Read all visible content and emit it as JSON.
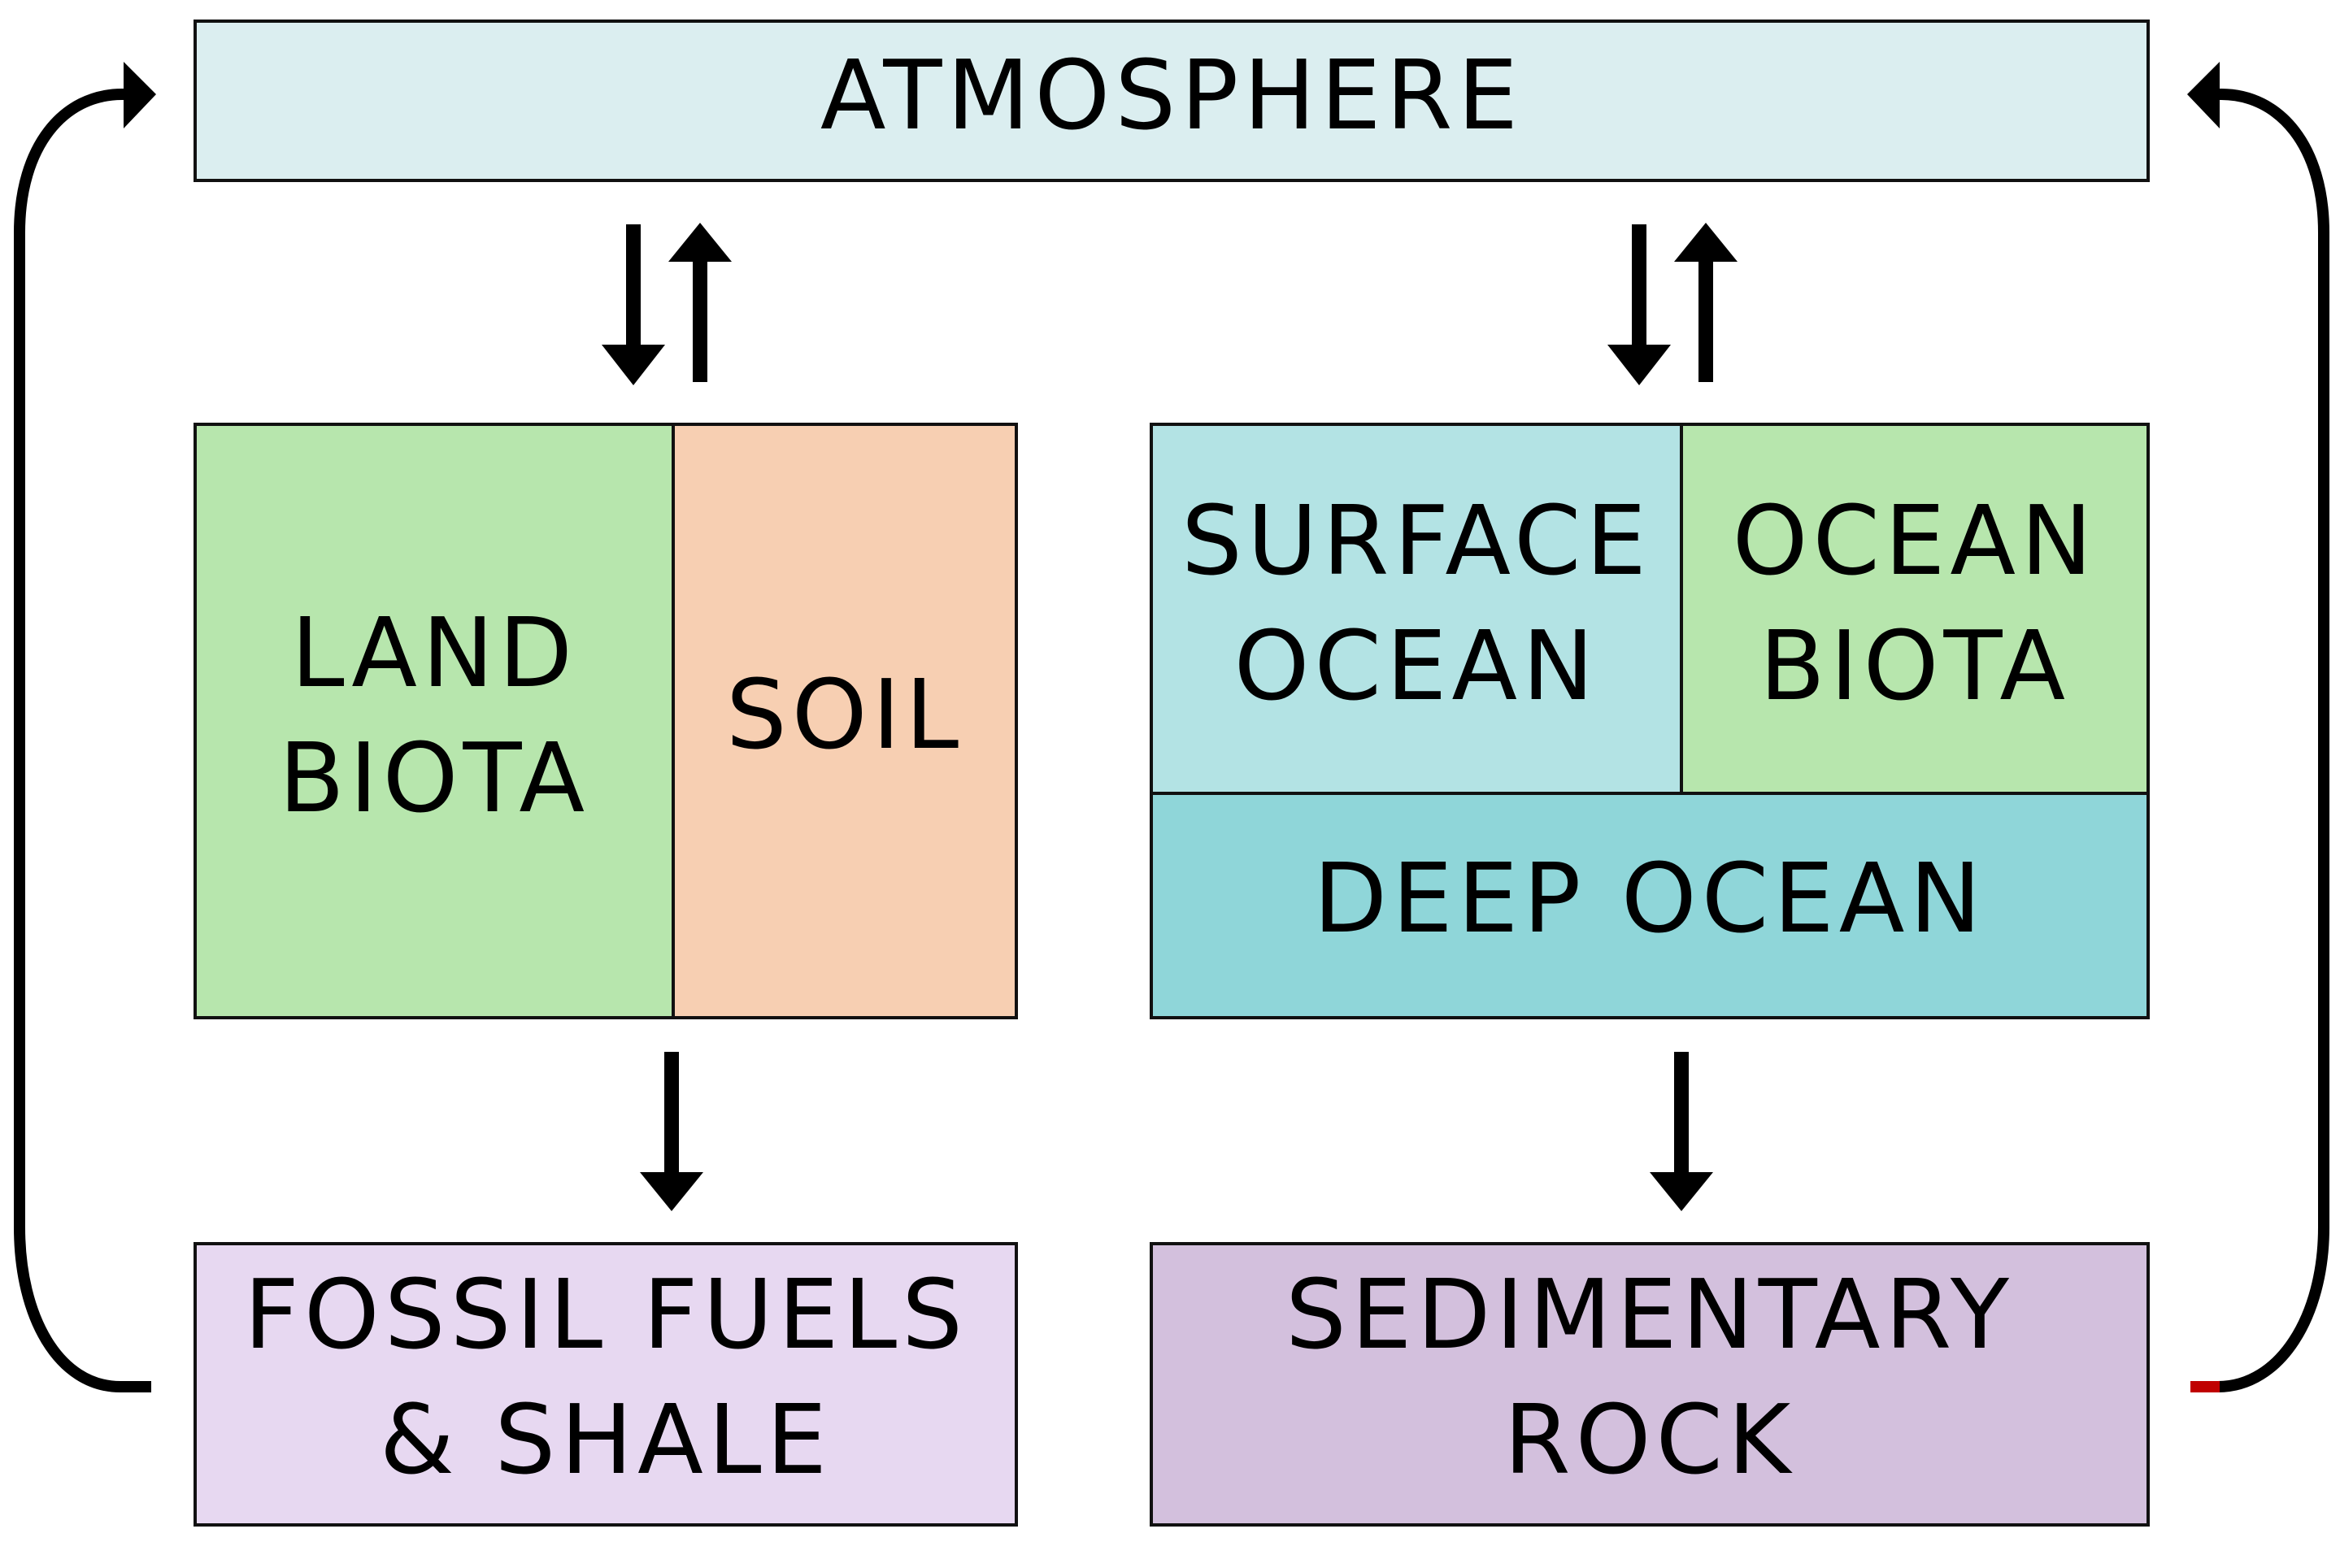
{
  "labels": {
    "atmosphere": "ATMOSPHERE",
    "land_biota_1": "LAND",
    "land_biota_2": "BIOTA",
    "soil": "SOIL",
    "surface_ocean_1": "SURFACE",
    "surface_ocean_2": "OCEAN",
    "ocean_biota_1": "OCEAN",
    "ocean_biota_2": "BIOTA",
    "deep_ocean": "DEEP OCEAN",
    "fossil_fuels_1": "FOSSIL FUELS",
    "fossil_fuels_2": "& SHALE",
    "sedimentary_rock_1": "SEDIMENTARY",
    "sedimentary_rock_2": "ROCK"
  },
  "colors": {
    "atmosphere": "#dbeef0",
    "land_biota": "#b7e6ad",
    "soil": "#f7cfb2",
    "surface_ocean": "#b3e3e4",
    "ocean_biota": "#b7e6ad",
    "deep_ocean": "#8fd6d9",
    "fossil_fuels": "#e7d8f1",
    "sedimentary_rock": "#d3c0dd",
    "accent_red": "#c00000"
  }
}
